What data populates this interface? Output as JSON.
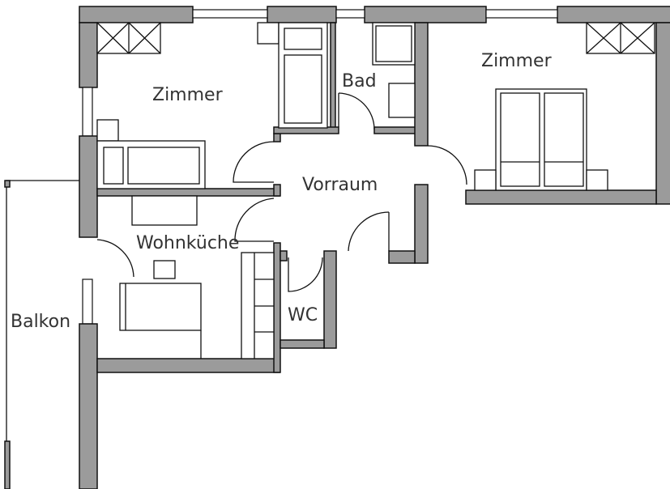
{
  "plan": {
    "rooms": [
      {
        "label": "Zimmer"
      },
      {
        "label": "Bad"
      },
      {
        "label": "Zimmer"
      },
      {
        "label": "Vorraum"
      },
      {
        "label": "Wohnküche"
      },
      {
        "label": "WC"
      },
      {
        "label": "Balkon"
      }
    ],
    "colors": {
      "wall": "#9b9b9b",
      "line": "#111111"
    }
  }
}
